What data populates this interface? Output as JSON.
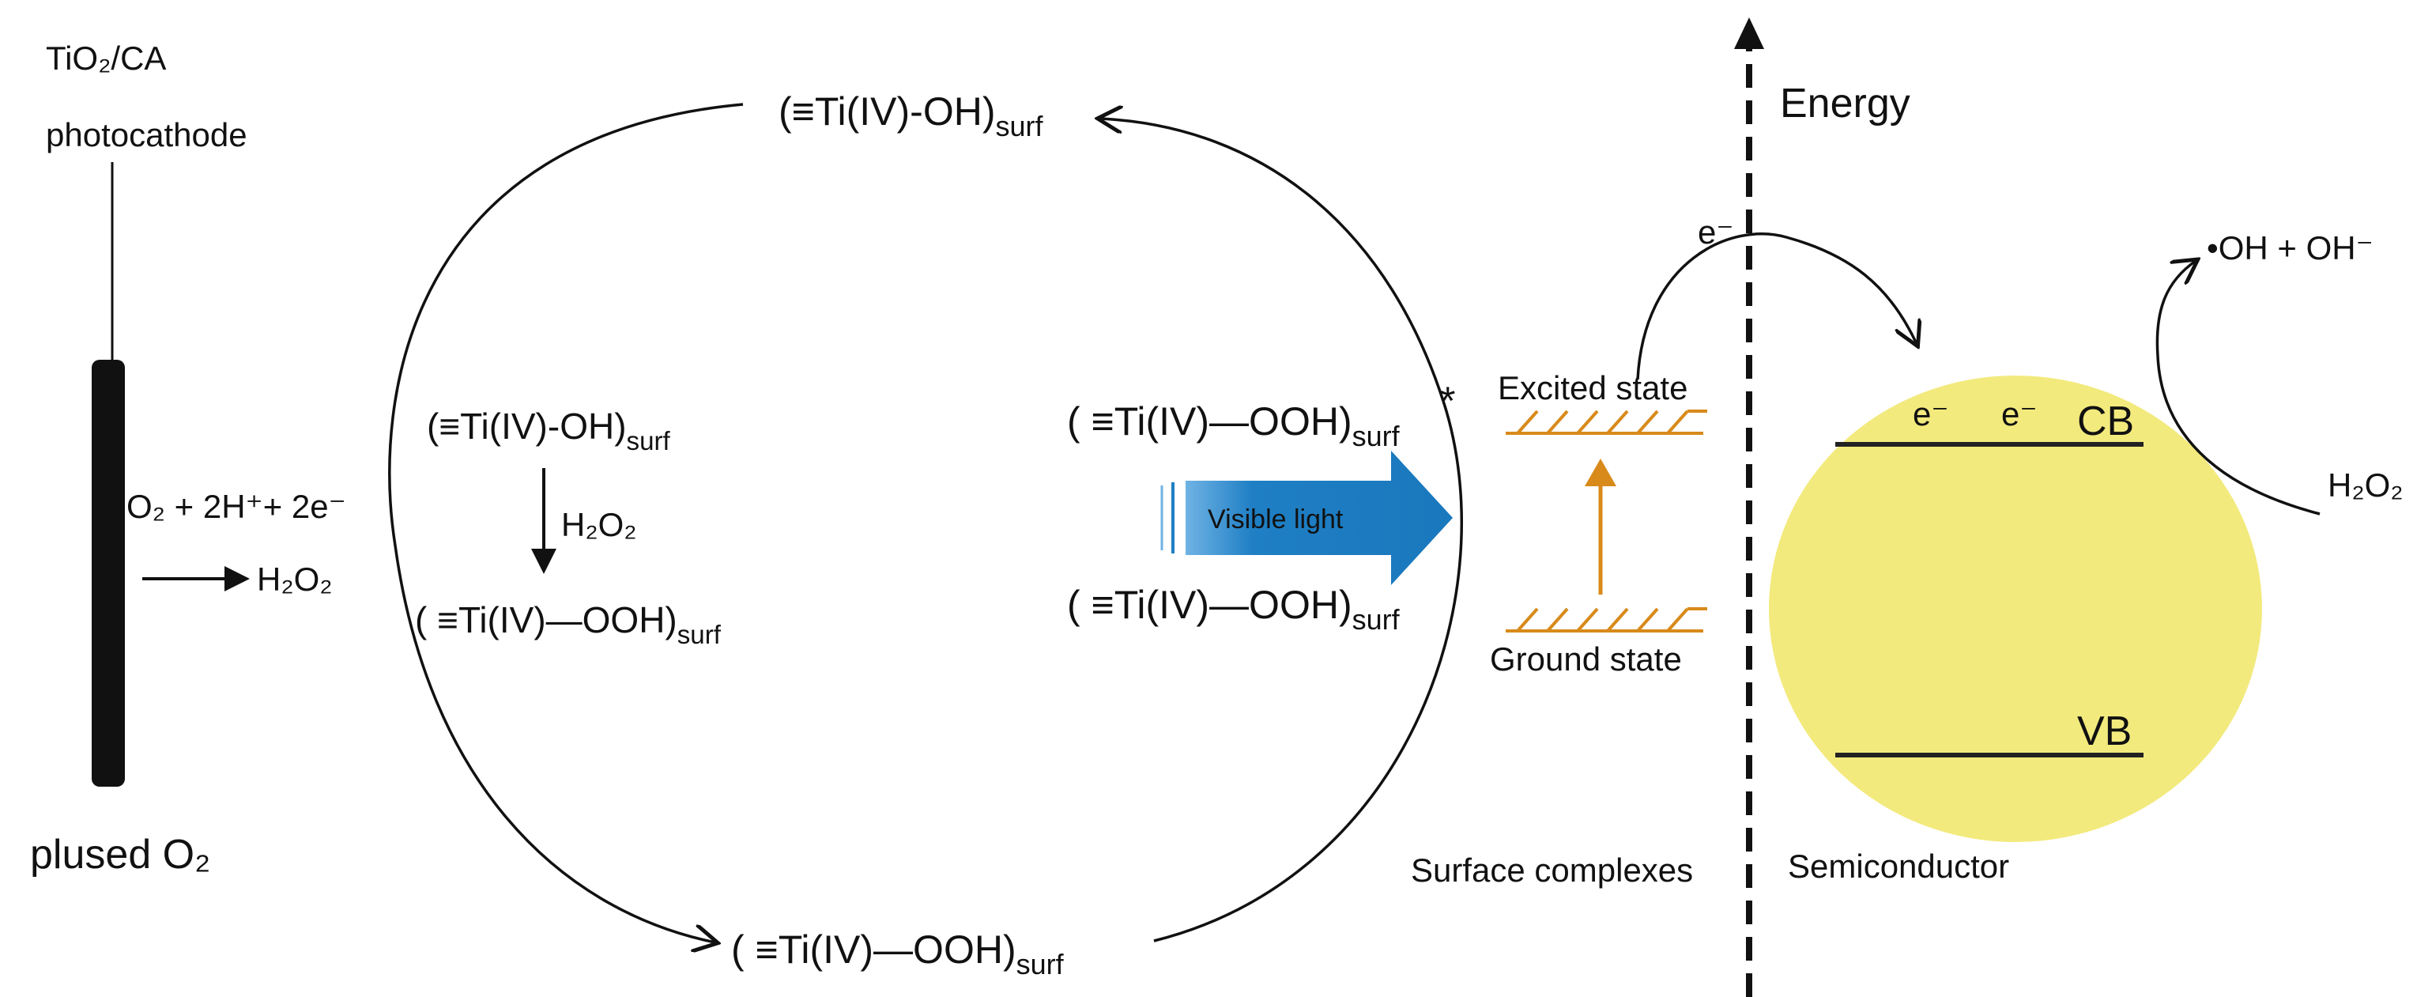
{
  "electrode": {
    "material": "TiO₂/CA",
    "role": "photocathode",
    "gas": "plused O₂",
    "reaction_lhs": "O₂ + 2H⁺+ 2e⁻",
    "reaction_rhs": "H₂O₂"
  },
  "cycle": {
    "top_species": "(≡Ti(IV)-OH)",
    "bottom_species": "( ≡Ti(IV)—OOH)",
    "inner_top": "(≡Ti(IV)-OH)",
    "inner_reagent": "H₂O₂",
    "inner_bottom": "( ≡Ti(IV)—OOH)",
    "subscript": "surf"
  },
  "complexes": {
    "excited_species": "( ≡Ti(IV)—OOH)",
    "excited_marker": "*",
    "ground_species": "( ≡Ti(IV)—OOH)",
    "subscript": "surf",
    "light_label": "Visible light",
    "excited_state_label": "Excited state",
    "ground_state_label": "Ground state",
    "section_label": "Surface complexes"
  },
  "energy_axis": {
    "label": "Energy",
    "electron": "e⁻"
  },
  "semiconductor": {
    "label": "Semiconductor",
    "cb_label": "CB",
    "vb_label": "VB",
    "electron_1": "e⁻",
    "electron_2": "e⁻",
    "reactant": "H₂O₂",
    "products": "•OH + OH⁻"
  },
  "colors": {
    "ink": "#111111",
    "light_arrow": "#1f7fc4",
    "state_orange": "#d88a1a",
    "semiconductor_fill": "#f3ea7e"
  }
}
